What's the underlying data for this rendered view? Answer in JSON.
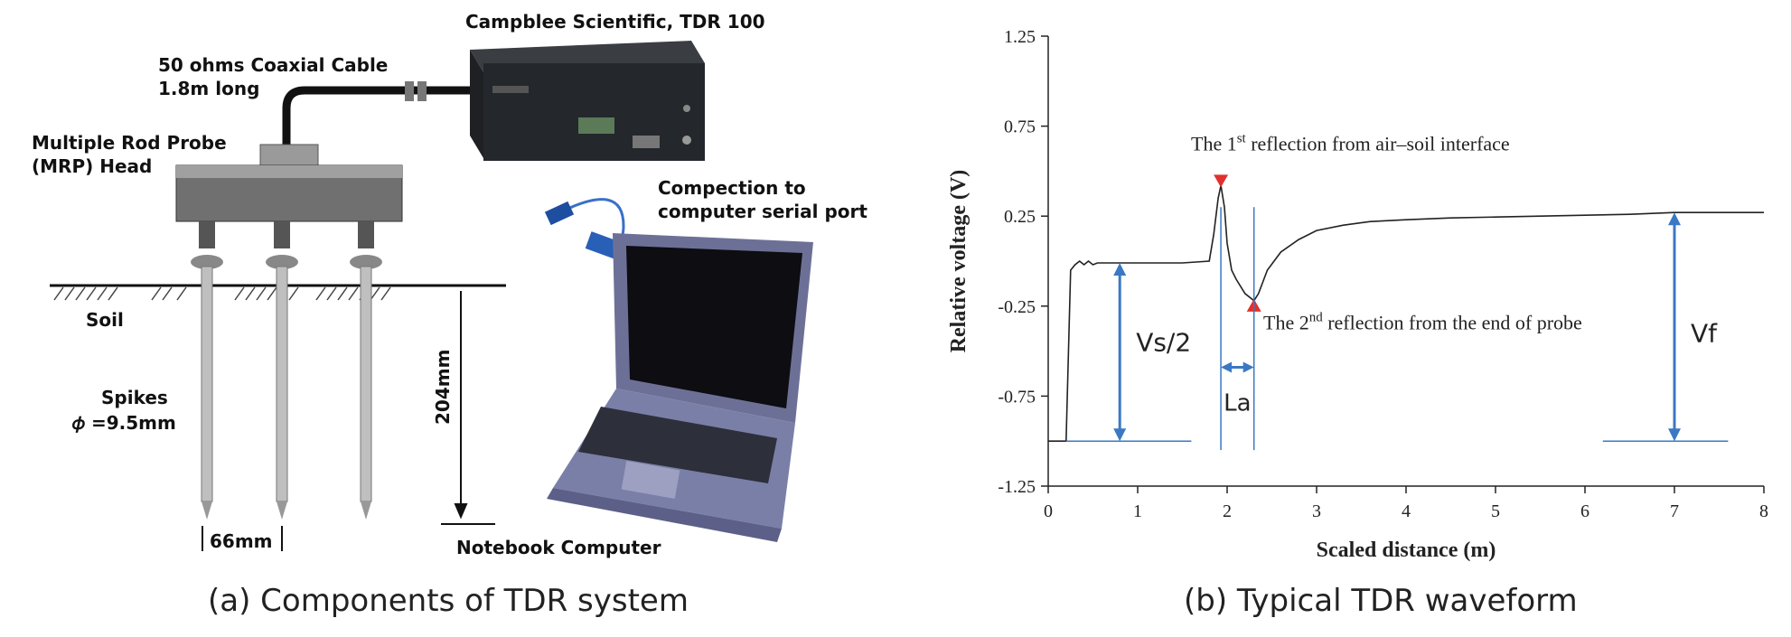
{
  "panel_a": {
    "device_label": "Campblee Scientific, TDR 100",
    "cable_label_line1": "50 ohms Coaxial Cable",
    "cable_label_line2": "1.8m long",
    "head_label_line1": "Multiple Rod Probe",
    "head_label_line2": "(MRP) Head",
    "serial_label_line1": "Compection to",
    "serial_label_line2": "computer serial port",
    "soil_label": "Soil",
    "spikes_label": "Spikes",
    "spikes_diameter": "𝜙 =9.5mm",
    "depth_label": "204mm",
    "spacing_label": "66mm",
    "notebook_label": "Notebook Computer",
    "caption": "(a) Components of TDR system"
  },
  "panel_b": {
    "caption": "(b) Typical TDR waveform"
  },
  "chart_data": {
    "type": "line",
    "xlabel": "Scaled distance (m)",
    "ylabel": "Relative voltage (V)",
    "xlim": [
      0,
      8
    ],
    "ylim": [
      -1.25,
      1.25
    ],
    "xticks": [
      "0",
      "1",
      "2",
      "3",
      "4",
      "5",
      "6",
      "7",
      "8"
    ],
    "yticks": [
      "1.25",
      "0.75",
      "0.25",
      "-0.25",
      "-0.75",
      "-1.25"
    ],
    "grid": false,
    "series": [
      {
        "x": [
          0,
          0.2,
          0.25,
          0.3,
          0.35,
          0.4,
          0.45,
          0.5,
          0.55,
          1.0,
          1.5,
          1.8,
          1.85,
          1.9,
          1.93,
          1.97,
          2.0,
          2.05,
          2.1,
          2.2,
          2.3,
          2.35,
          2.45,
          2.6,
          2.8,
          3.0,
          3.3,
          3.6,
          4.0,
          4.5,
          5.0,
          5.5,
          6.0,
          6.5,
          7.0,
          7.5,
          8.0
        ],
        "y": [
          -1.0,
          -1.0,
          -0.05,
          -0.02,
          0.0,
          -0.02,
          0.0,
          -0.02,
          -0.01,
          -0.01,
          -0.01,
          0.0,
          0.15,
          0.35,
          0.42,
          0.3,
          0.1,
          -0.05,
          -0.1,
          -0.18,
          -0.22,
          -0.18,
          -0.05,
          0.05,
          0.12,
          0.17,
          0.2,
          0.22,
          0.23,
          0.24,
          0.245,
          0.25,
          0.255,
          0.26,
          0.27,
          0.27,
          0.27
        ]
      }
    ],
    "annotations": {
      "first_reflection": {
        "prefix": "The 1",
        "sup": "st",
        "suffix": " reflection from air–soil interface",
        "x": 1.93,
        "y": 0.42
      },
      "second_reflection": {
        "prefix": "The 2",
        "sup": "nd",
        "suffix": " reflection from the end of probe",
        "x": 2.3,
        "y": -0.22
      },
      "vs_label": "Vs/2",
      "vf_label": "Vf",
      "la_label": "La"
    },
    "accent_color": "#3b78c4",
    "marker_color": "#e0302e"
  }
}
